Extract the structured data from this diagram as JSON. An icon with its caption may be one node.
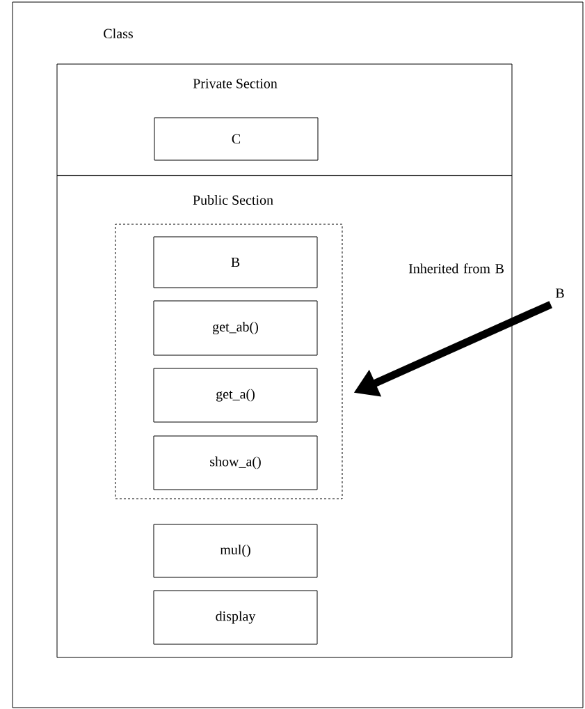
{
  "diagram": {
    "nodes": [
      {
        "text": [
          "Class"
        ]
      },
      {
        "text": [
          "Private Section"
        ],
        "in": 0
      },
      {
        "text": [
          "C"
        ],
        "in": 1
      },
      {
        "text": [
          "Public Section"
        ],
        "in": 0
      },
      {
        "text": [],
        "shape": "box",
        "in": 3
      },
      {
        "text": [
          "B"
        ],
        "in": 4
      },
      {
        "text": [
          "get_ab()"
        ],
        "in": 4
      },
      {
        "text": [
          "get_a()"
        ],
        "in": 4
      },
      {
        "text": [
          "show_a()"
        ],
        "in": 4
      },
      {
        "text": [
          "mul()"
        ],
        "in": 3
      },
      {
        "text": [
          "display"
        ],
        "in": 3
      },
      {
        "text": [
          "B"
        ],
        "in": 0
      }
    ],
    "edges": [
      {
        "from": 11,
        "to": 4,
        "arrow": "to"
      }
    ],
    "labels": [
      "Inherited from B"
    ]
  }
}
